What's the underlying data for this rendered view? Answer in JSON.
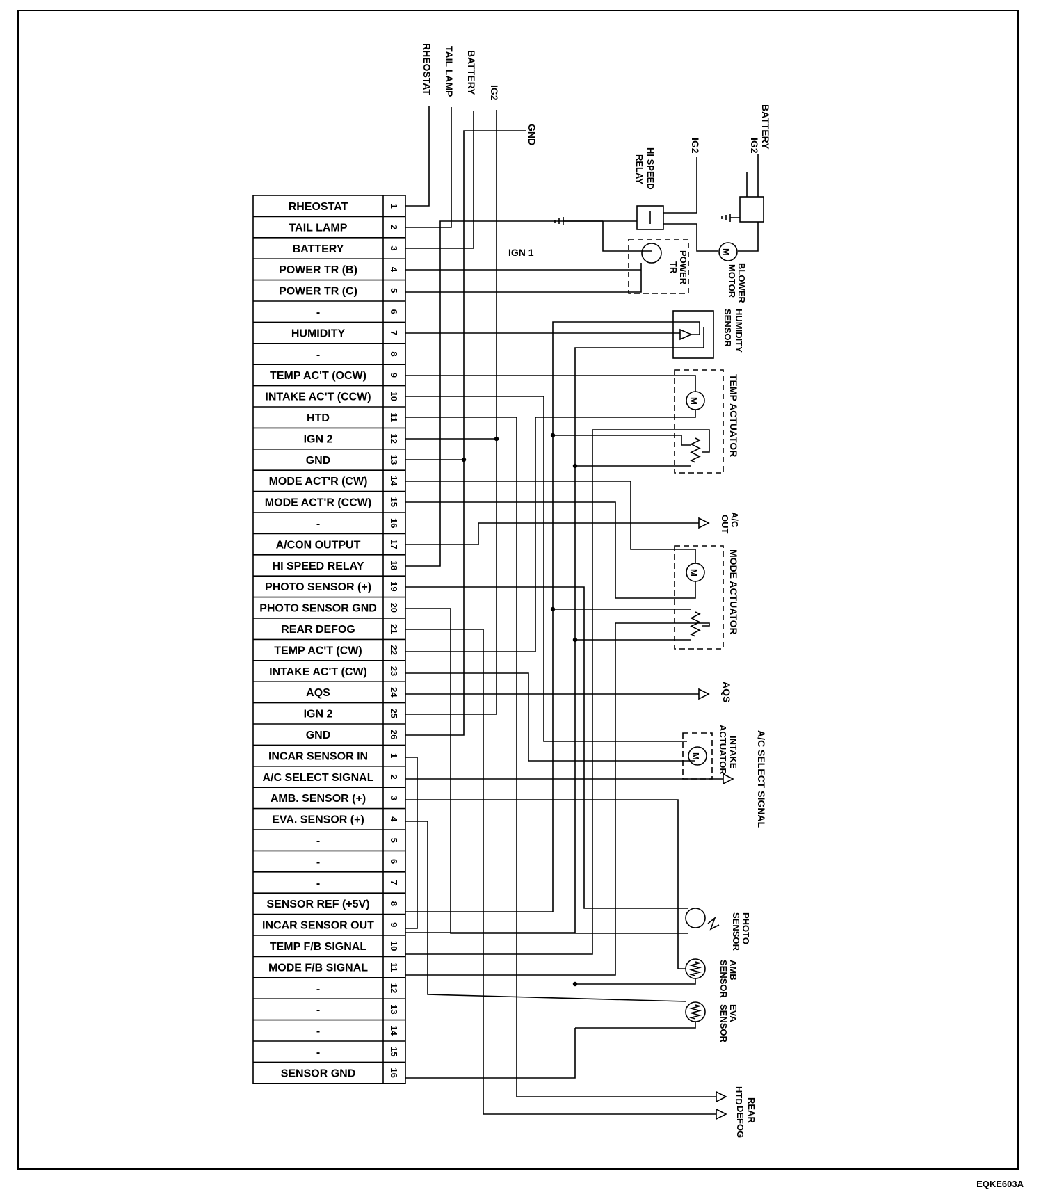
{
  "diagram_code": "EQKE603A",
  "connector_a": [
    {
      "num": "1",
      "label": "RHEOSTAT"
    },
    {
      "num": "2",
      "label": "TAIL LAMP"
    },
    {
      "num": "3",
      "label": "BATTERY"
    },
    {
      "num": "4",
      "label": "POWER TR (B)"
    },
    {
      "num": "5",
      "label": "POWER TR (C)"
    },
    {
      "num": "6",
      "label": "-"
    },
    {
      "num": "7",
      "label": "HUMIDITY"
    },
    {
      "num": "8",
      "label": "-"
    },
    {
      "num": "9",
      "label": "TEMP AC'T (OCW)"
    },
    {
      "num": "10",
      "label": "INTAKE AC'T (CCW)"
    },
    {
      "num": "11",
      "label": "HTD"
    },
    {
      "num": "12",
      "label": "IGN 2"
    },
    {
      "num": "13",
      "label": "GND"
    },
    {
      "num": "14",
      "label": "MODE ACT'R (CW)"
    },
    {
      "num": "15",
      "label": "MODE ACT'R (CCW)"
    },
    {
      "num": "16",
      "label": "-"
    },
    {
      "num": "17",
      "label": "A/CON OUTPUT"
    },
    {
      "num": "18",
      "label": "HI SPEED RELAY"
    },
    {
      "num": "19",
      "label": "PHOTO SENSOR (+)"
    },
    {
      "num": "20",
      "label": "PHOTO SENSOR GND"
    },
    {
      "num": "21",
      "label": "REAR DEFOG"
    },
    {
      "num": "22",
      "label": "TEMP AC'T (CW)"
    },
    {
      "num": "23",
      "label": "INTAKE AC'T (CW)"
    },
    {
      "num": "24",
      "label": "AQS"
    },
    {
      "num": "25",
      "label": "IGN 2"
    },
    {
      "num": "26",
      "label": "GND"
    }
  ],
  "connector_b": [
    {
      "num": "1",
      "label": "INCAR SENSOR IN"
    },
    {
      "num": "2",
      "label": "A/C SELECT SIGNAL"
    },
    {
      "num": "3",
      "label": "AMB. SENSOR (+)"
    },
    {
      "num": "4",
      "label": "EVA. SENSOR (+)"
    },
    {
      "num": "5",
      "label": "-"
    },
    {
      "num": "6",
      "label": "-"
    },
    {
      "num": "7",
      "label": "-"
    },
    {
      "num": "8",
      "label": "SENSOR REF (+5V)"
    },
    {
      "num": "9",
      "label": "INCAR SENSOR OUT"
    },
    {
      "num": "10",
      "label": "TEMP F/B SIGNAL"
    },
    {
      "num": "11",
      "label": "MODE F/B SIGNAL"
    },
    {
      "num": "12",
      "label": "-"
    },
    {
      "num": "13",
      "label": "-"
    },
    {
      "num": "14",
      "label": "-"
    },
    {
      "num": "15",
      "label": "-"
    },
    {
      "num": "16",
      "label": "SENSOR GND"
    }
  ],
  "top_labels": {
    "rheostat": "RHEOSTAT",
    "tail_lamp": "TAIL LAMP",
    "battery": "BATTERY",
    "ig2": "IG2",
    "gnd": "GND",
    "ig2_relay": "IG2",
    "battery_right": "BATTERY",
    "ig2_right": "IG2"
  },
  "labels": {
    "ign1": "IGN 1",
    "hi_speed_relay": [
      "HI SPEED",
      "RELAY"
    ],
    "power_tr": [
      "POWER",
      "TR"
    ],
    "blower_motor": [
      "BLOWER",
      "MOTOR"
    ],
    "humidity_sensor": [
      "HUMIDITY",
      "SENSOR"
    ],
    "temp_actuator": "TEMP ACTUATOR",
    "ac_out": [
      "A/C",
      "OUT"
    ],
    "mode_actuator": "MODE ACTUATOR",
    "aqs": "AQS",
    "intake_actuator": [
      "INTAKE",
      "ACTUATOR"
    ],
    "ac_select_signal": "A/C SELECT SIGNAL",
    "photo_sensor": [
      "PHOTO",
      "SENSOR"
    ],
    "amb_sensor": [
      "AMB",
      "SENSOR"
    ],
    "eva_sensor": [
      "EVA",
      "SENSOR"
    ],
    "htd": "HTD",
    "rear_defog": [
      "REAR",
      "DEFOG"
    ],
    "motor_symbol": "M"
  }
}
